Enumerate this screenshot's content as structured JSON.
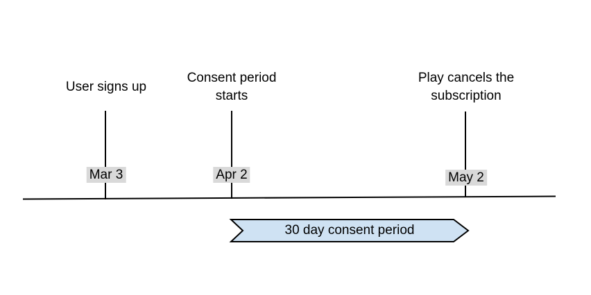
{
  "diagram": {
    "background": "#ffffff",
    "text_color": "#000000",
    "axis": {
      "color": "#000000"
    },
    "events": [
      {
        "title": "User signs up",
        "date": "Mar 3"
      },
      {
        "title": "Consent period\nstarts",
        "date": "Apr 2"
      },
      {
        "title": "Play cancels the\nsubscription",
        "date": "May 2"
      }
    ],
    "date_label": {
      "background": "#d9d9d9"
    },
    "banner": {
      "label": "30 day consent period",
      "fill": "#cfe2f3",
      "border": "#000000"
    }
  }
}
